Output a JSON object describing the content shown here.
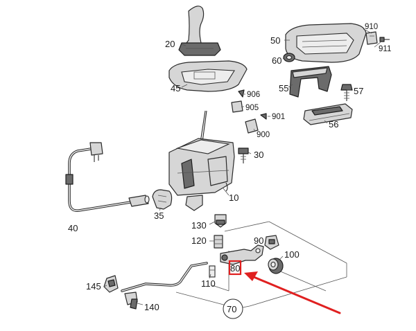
{
  "labels": {
    "p10": "10",
    "p20": "20",
    "p30": "30",
    "p35": "35",
    "p40": "40",
    "p45": "45",
    "p50": "50",
    "p55": "55",
    "p56": "56",
    "p57": "57",
    "p60": "60",
    "p70": "70",
    "p80": "80",
    "p90": "90",
    "p100": "100",
    "p110": "110",
    "p120": "120",
    "p130": "130",
    "p140": "140",
    "p145": "145",
    "p900": "900",
    "p901": "901",
    "p905": "905",
    "p906": "906",
    "p910": "910",
    "p911": "911"
  },
  "highlight": {
    "part": "80",
    "color": "#e02020"
  }
}
